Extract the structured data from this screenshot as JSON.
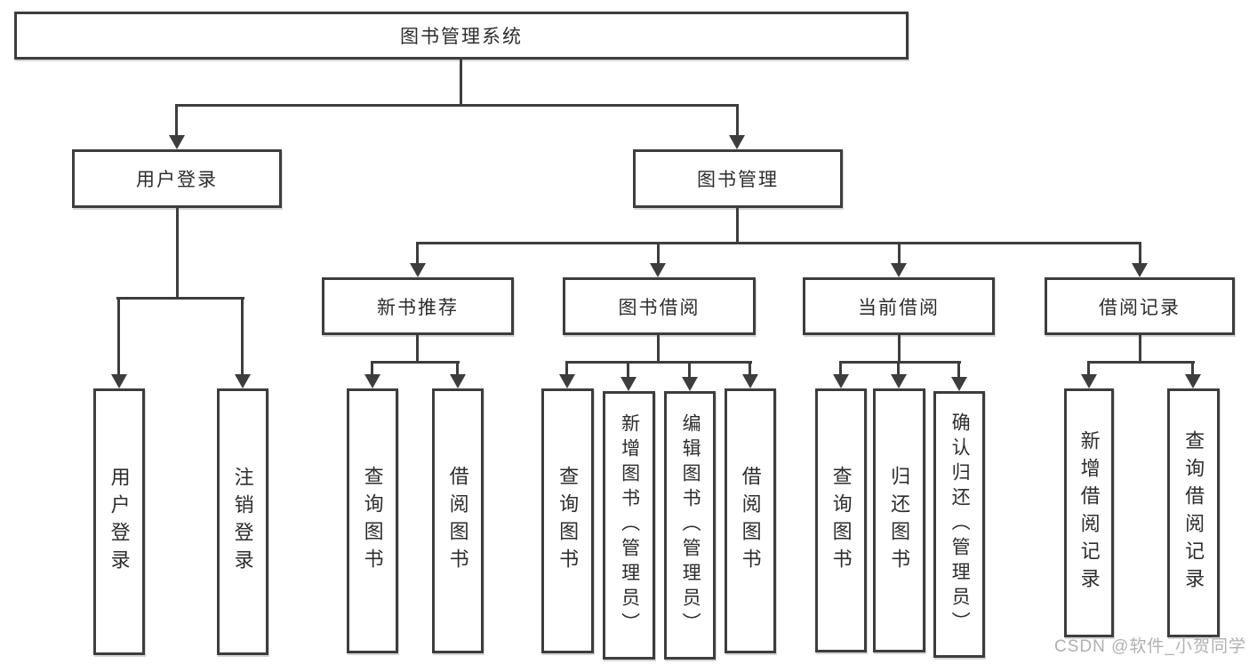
{
  "title": "图书管理系统",
  "level2": [
    {
      "label": "用户登录"
    },
    {
      "label": "图书管理"
    }
  ],
  "level3": [
    {
      "label": "新书推荐"
    },
    {
      "label": "图书借阅"
    },
    {
      "label": "当前借阅"
    },
    {
      "label": "借阅记录"
    }
  ],
  "leaves": [
    {
      "label": "用户登录"
    },
    {
      "label": "注销登录"
    },
    {
      "label": "查询图书"
    },
    {
      "label": "借阅图书"
    },
    {
      "label": "查询图书"
    },
    {
      "label": "新增图书（管理员）"
    },
    {
      "label": "编辑图书（管理员）"
    },
    {
      "label": "借阅图书"
    },
    {
      "label": "查询图书"
    },
    {
      "label": "归还图书"
    },
    {
      "label": "确认归还（管理员）"
    },
    {
      "label": "新增借阅记录"
    },
    {
      "label": "查询借阅记录"
    }
  ],
  "watermark": "CSDN @软件_小贺同学",
  "colors": {
    "line": "#3d3d3d",
    "text": "#2d2d2d",
    "watermark": "#b0b0b0",
    "background": "#ffffff"
  }
}
